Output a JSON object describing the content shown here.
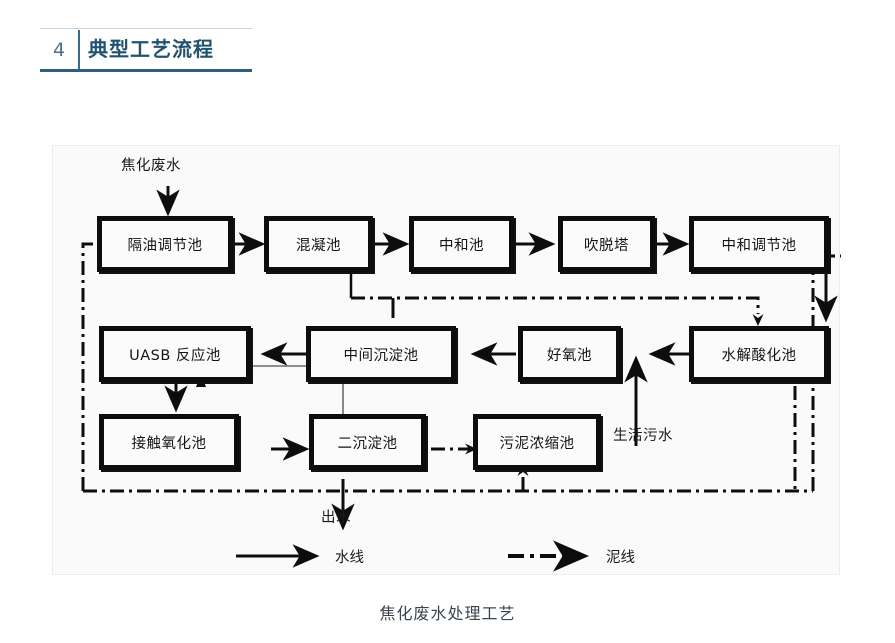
{
  "header": {
    "number": "4",
    "title": "典型工艺流程",
    "accent_color": "#21536f",
    "rule_color": "#2e5f7f"
  },
  "figure": {
    "caption": "焦化废水处理工艺",
    "background": "#fafafa",
    "line_color": "#0d0d0d"
  },
  "diagram": {
    "type": "process-flow",
    "nodes": [
      {
        "id": "oil-separation-tank",
        "label": "隔油调节池",
        "row": 1,
        "col": 1
      },
      {
        "id": "coagulation-tank",
        "label": "混凝池",
        "row": 1,
        "col": 2
      },
      {
        "id": "neutralization-tank",
        "label": "中和池",
        "row": 1,
        "col": 3
      },
      {
        "id": "stripping-tower",
        "label": "吹脱塔",
        "row": 1,
        "col": 4
      },
      {
        "id": "neutral-regulate-tank",
        "label": "中和调节池",
        "row": 1,
        "col": 5
      },
      {
        "id": "uasb-reactor",
        "label": "UASB 反应池",
        "row": 2,
        "col": 1
      },
      {
        "id": "intermediate-settler",
        "label": "中间沉淀池",
        "row": 2,
        "col": 2
      },
      {
        "id": "aerobic-tank",
        "label": "好氧池",
        "row": 2,
        "col": 4
      },
      {
        "id": "hydrolysis-tank",
        "label": "水解酸化池",
        "row": 2,
        "col": 5
      },
      {
        "id": "contact-oxidation",
        "label": "接触氧化池",
        "row": 3,
        "col": 1
      },
      {
        "id": "secondary-settler",
        "label": "二沉淀池",
        "row": 3,
        "col": 2
      },
      {
        "id": "sludge-thickener",
        "label": "污泥浓缩池",
        "row": 3,
        "col": 3
      }
    ],
    "free_labels": [
      {
        "id": "influent",
        "label": "焦化废水"
      },
      {
        "id": "domestic-sewage",
        "label": "生活污水"
      },
      {
        "id": "effluent",
        "label": "出水"
      }
    ],
    "legend": [
      {
        "id": "water-line",
        "label": "水线",
        "style": "solid"
      },
      {
        "id": "sludge-line",
        "label": "泥线",
        "style": "dash-dot"
      }
    ]
  }
}
